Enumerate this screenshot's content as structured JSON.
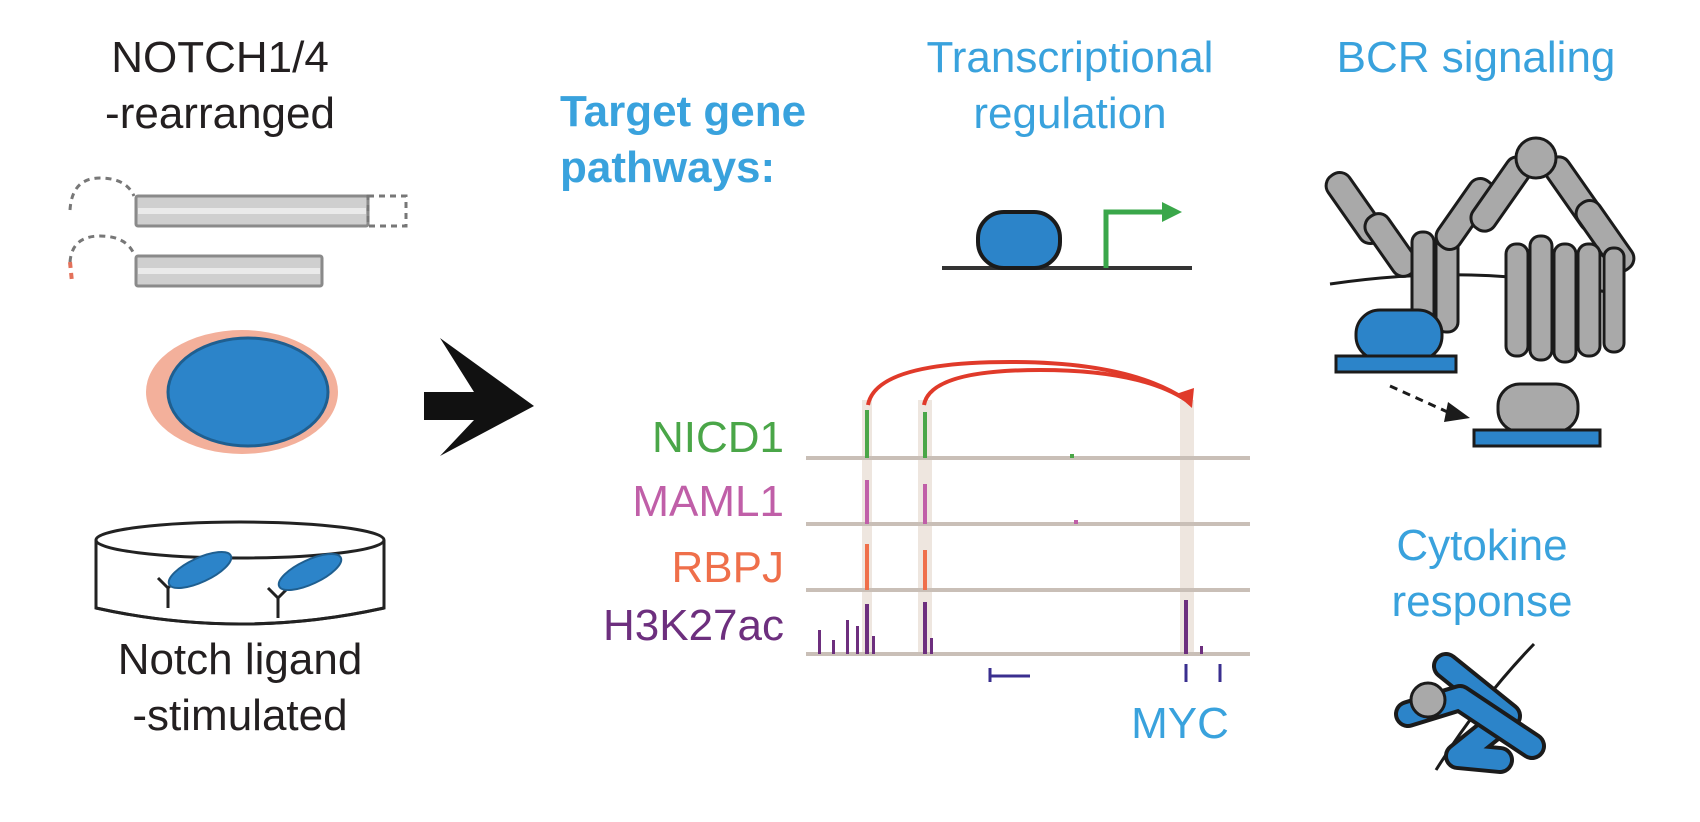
{
  "left": {
    "title_line1": "NOTCH1/4",
    "title_line2": "-rearranged",
    "bottom_line1": "Notch ligand",
    "bottom_line2": "-stimulated"
  },
  "target": {
    "line1": "Target gene",
    "line2": "pathways:"
  },
  "transcription": {
    "line1": "Transcriptional",
    "line2": "regulation"
  },
  "bcr": {
    "label": "BCR signaling"
  },
  "cytokine": {
    "line1": "Cytokine",
    "line2": "response"
  },
  "tracks": [
    {
      "label": "NICD1",
      "color": "#4aa648"
    },
    {
      "label": "MAML1",
      "color": "#c05fa8"
    },
    {
      "label": "RBPJ",
      "color": "#ef6f4a"
    },
    {
      "label": "H3K27ac",
      "color": "#6d2f7e"
    }
  ],
  "gene": {
    "label": "MYC"
  },
  "colors": {
    "blue": "#2c84c9",
    "label_blue": "#39a2dd",
    "salmon": "#f3b09b",
    "gray": "#a9a9a9",
    "red_arc": "#e03a2a",
    "green_arrow": "#3aa74a"
  }
}
